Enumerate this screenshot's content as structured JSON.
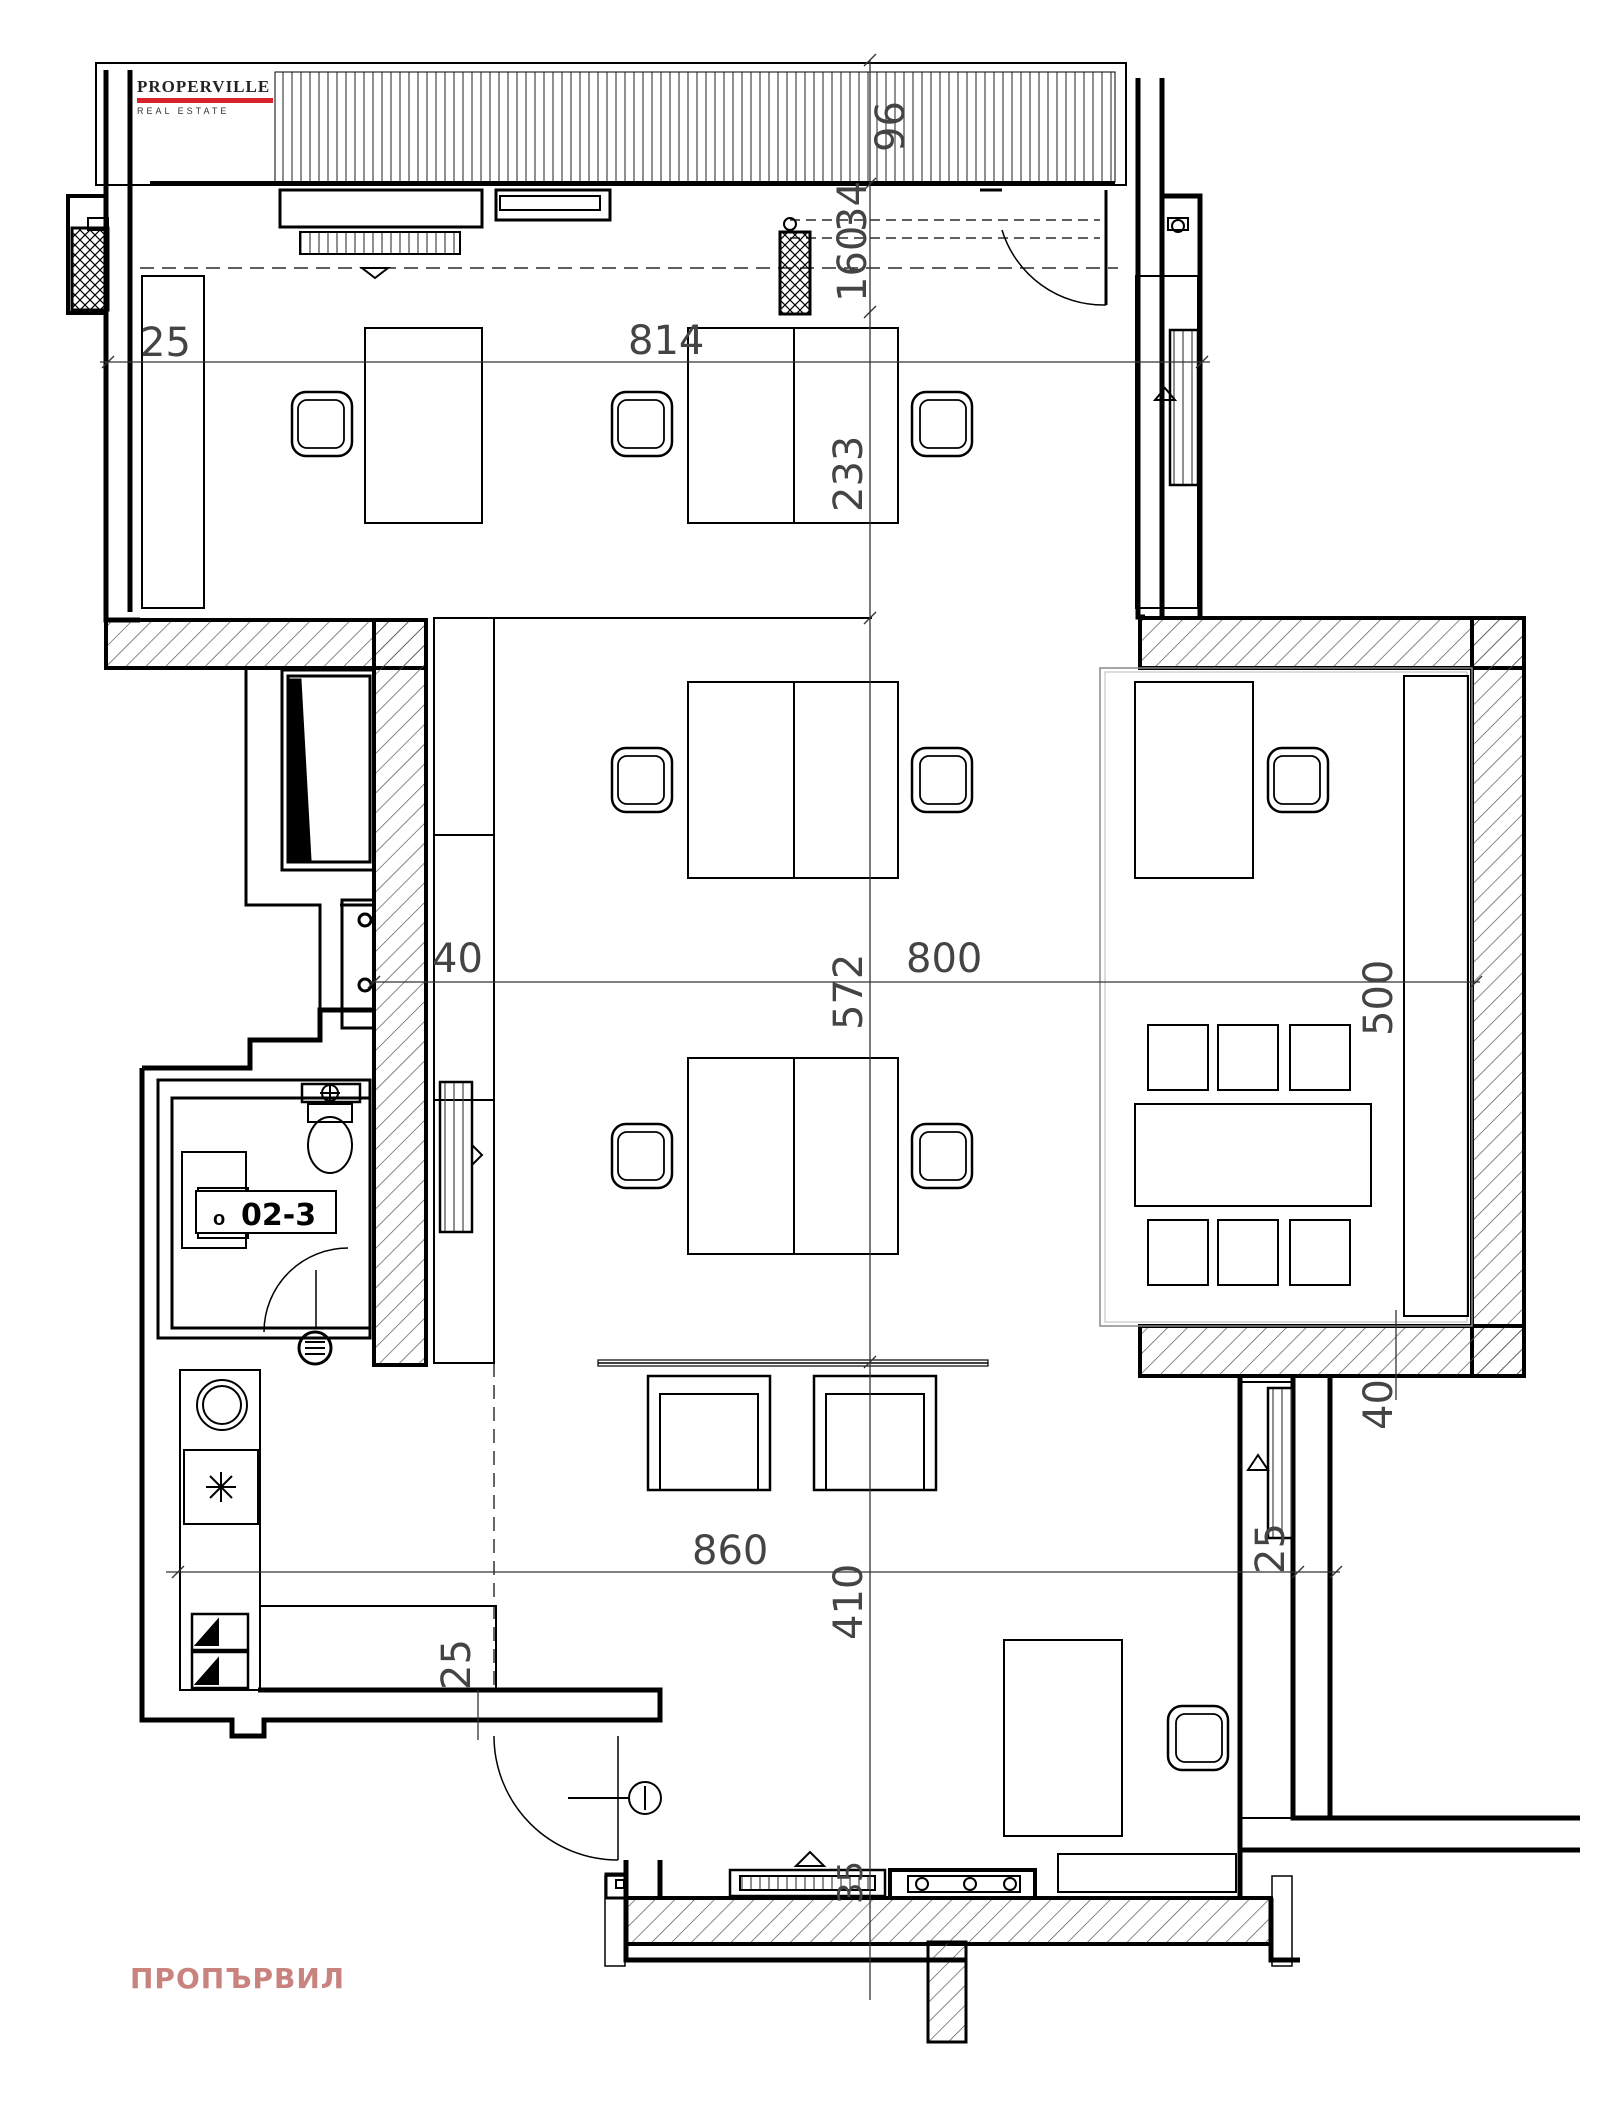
{
  "logo": {
    "name": "PROPERVILLE",
    "tagline": "REAL ESTATE"
  },
  "watermark": "ПРОПЪРВИЛ",
  "room": {
    "marker": "o",
    "number": "02-3"
  },
  "dimensions": {
    "d96": "96",
    "d160": "160",
    "d34": "34",
    "d814": "814",
    "d25_top": "25",
    "d233": "233",
    "d40_left": "40",
    "d800": "800",
    "d572": "572",
    "d500": "500",
    "d40_right": "40",
    "d860": "860",
    "d25_right": "25",
    "d410": "410",
    "d25_bottom": "25",
    "d35_bottom": "35"
  },
  "colors": {
    "wall": "#000000",
    "hatch": "#555555",
    "logo_accent": "#d8232a",
    "watermark": "#c9837e"
  }
}
